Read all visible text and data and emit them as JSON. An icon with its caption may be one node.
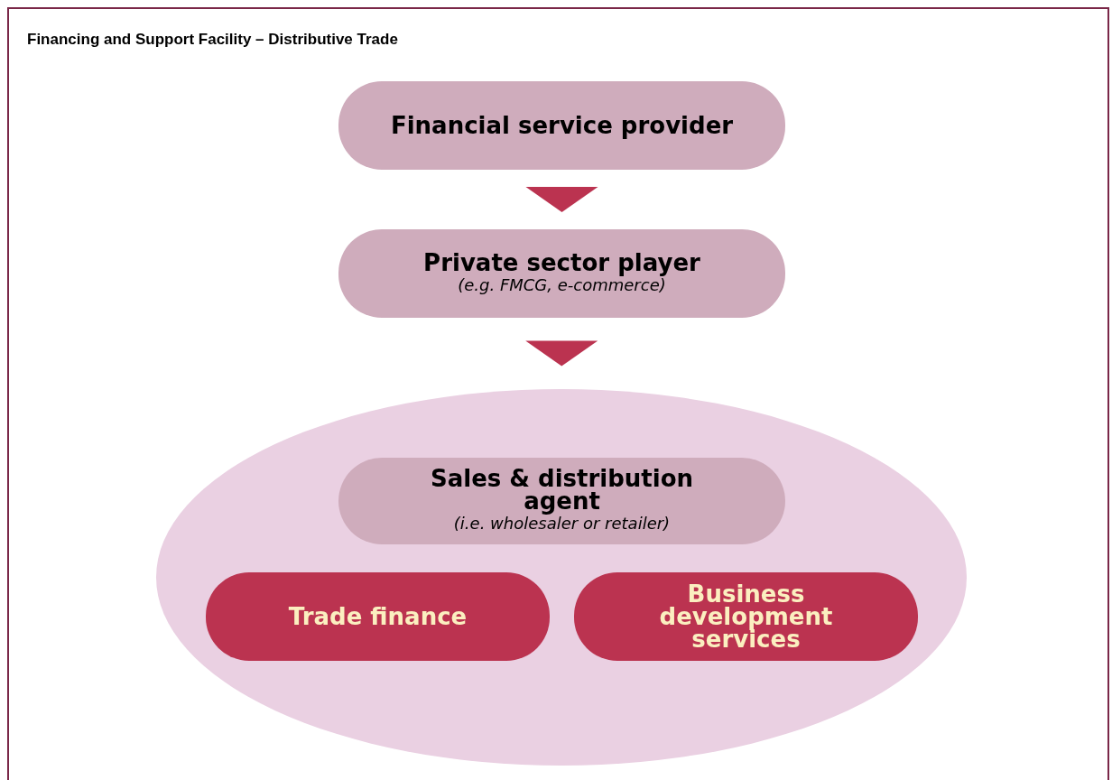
{
  "diagram": {
    "title": "Financing and Support Facility – Distributive Trade",
    "nodes": [
      {
        "text": [
          "Financial service provider"
        ]
      },
      {
        "text": [
          "Private sector player",
          "(e.g. FMCG, e-commerce)"
        ]
      },
      {
        "text": [],
        "shape": "ellipse"
      },
      {
        "text": [
          "Sales & distribution agent",
          "(i.e. wholesaler or retailer)"
        ],
        "in": 2
      },
      {
        "text": [
          "Trade finance"
        ],
        "in": 2
      },
      {
        "text": [
          "Business development services"
        ],
        "in": 2
      }
    ],
    "edges": [
      {
        "from": 0,
        "to": 1,
        "arrow": "to"
      },
      {
        "from": 1,
        "to": 2,
        "arrow": "to"
      }
    ]
  }
}
